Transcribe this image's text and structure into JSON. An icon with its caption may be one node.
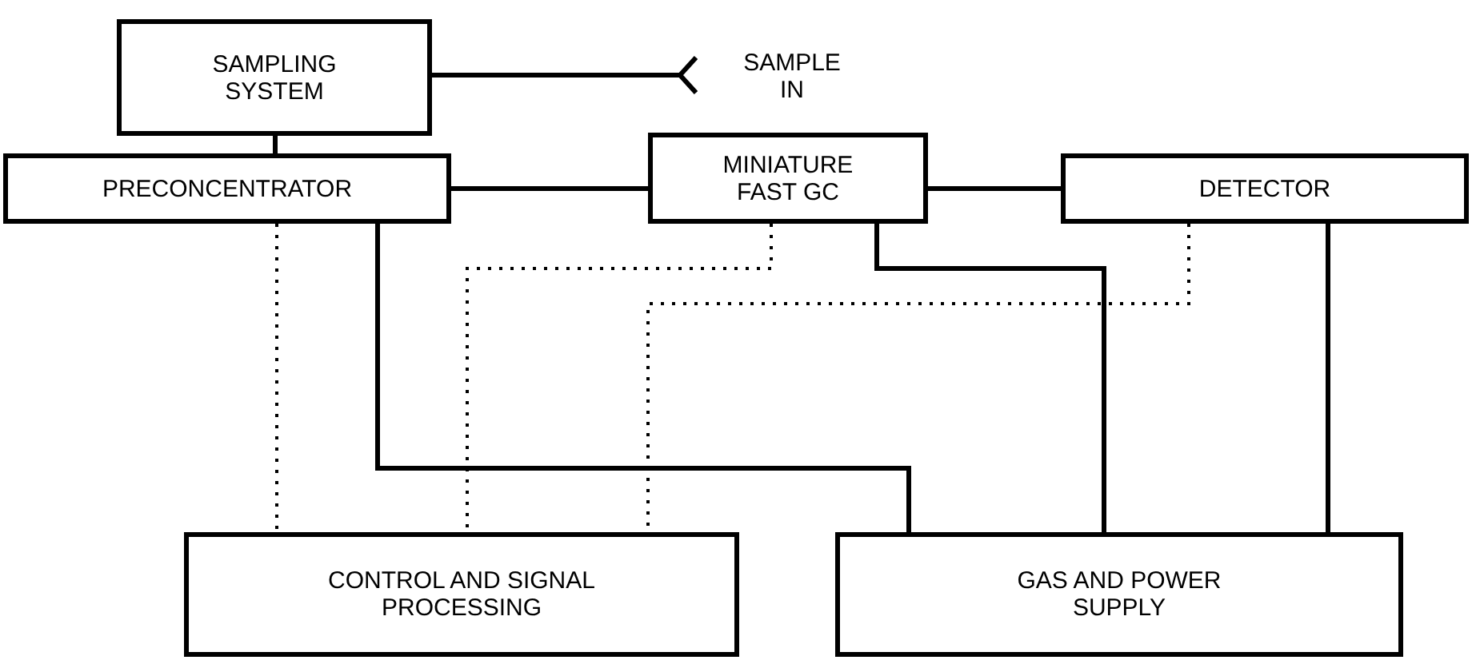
{
  "diagram": {
    "nodes": [
      {
        "text": [
          "SAMPLING SYSTEM"
        ]
      },
      {
        "text": [
          "SAMPLE IN"
        ]
      },
      {
        "text": [
          "PRECONCENTRATOR"
        ]
      },
      {
        "text": [
          "MINIATURE FAST GC"
        ]
      },
      {
        "text": [
          "DETECTOR"
        ]
      },
      {
        "text": [
          "CONTROL AND SIGNAL PROCESSING"
        ]
      },
      {
        "text": [
          "GAS AND POWER SUPPLY"
        ]
      }
    ],
    "edges": [
      {
        "from": 0,
        "to": 1,
        "arrow": "other"
      },
      {
        "from": 0,
        "to": 2,
        "arrow": "none"
      },
      {
        "from": 2,
        "to": 3,
        "arrow": "none"
      },
      {
        "from": 3,
        "to": 4,
        "arrow": "none"
      },
      {
        "from": 2,
        "to": 5,
        "arrow": "none",
        "style": "dashed"
      },
      {
        "from": 3,
        "to": 5,
        "arrow": "none",
        "style": "dashed"
      },
      {
        "from": 4,
        "to": 5,
        "arrow": "none",
        "style": "dashed"
      },
      {
        "from": 2,
        "to": 6,
        "arrow": "none"
      },
      {
        "from": 3,
        "to": 6,
        "arrow": "none"
      },
      {
        "from": 4,
        "to": 6,
        "arrow": "none"
      }
    ]
  }
}
